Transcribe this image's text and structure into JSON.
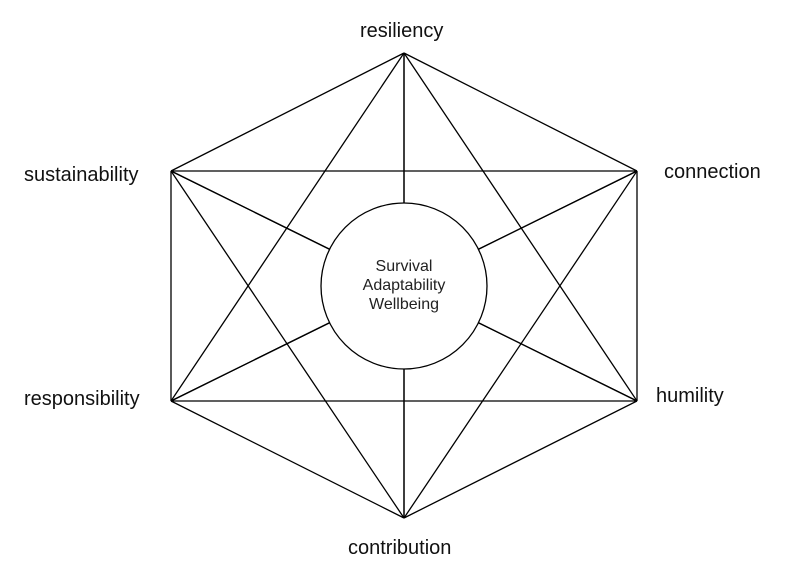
{
  "diagram": {
    "line_color": "#000000",
    "background": "#ffffff",
    "nodes": [
      {
        "id": "top",
        "label": "resiliency"
      },
      {
        "id": "upper-right",
        "label": "connection"
      },
      {
        "id": "lower-right",
        "label": "humility"
      },
      {
        "id": "bottom",
        "label": "contribution"
      },
      {
        "id": "lower-left",
        "label": "responsibility"
      },
      {
        "id": "upper-left",
        "label": "sustainability"
      }
    ],
    "center": {
      "lines": [
        "Survival",
        "Adaptability",
        "Wellbeing"
      ]
    }
  }
}
